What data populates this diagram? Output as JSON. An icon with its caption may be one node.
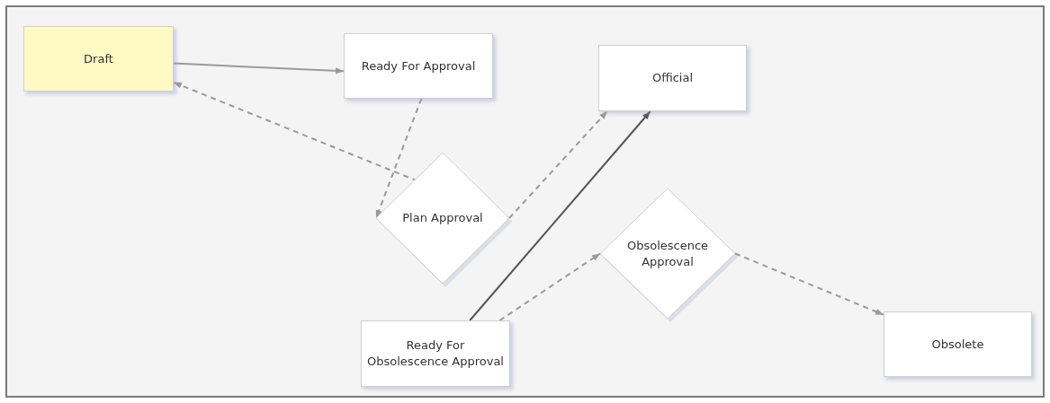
{
  "diagram": {
    "nodes": [
      {
        "text": [
          "Draft"
        ]
      },
      {
        "text": [
          "Ready For Approval"
        ]
      },
      {
        "text": [
          "Official"
        ]
      },
      {
        "text": [
          "Plan Approval"
        ]
      },
      {
        "text": [
          "Obsolescence Approval"
        ]
      },
      {
        "text": [
          "Ready For Obsolescence Approval"
        ]
      },
      {
        "text": [
          "Obsolete"
        ]
      }
    ],
    "edges": [
      {
        "from": 0,
        "to": 1,
        "arrow": "to"
      },
      {
        "from": 1,
        "to": 3,
        "arrow": "to",
        "style": "dashed"
      },
      {
        "from": 3,
        "to": 0,
        "arrow": "to",
        "style": "dashed"
      },
      {
        "from": 3,
        "to": 2,
        "arrow": "to",
        "style": "dashed"
      },
      {
        "from": 5,
        "to": 2,
        "arrow": "to",
        "color": "#555555"
      },
      {
        "from": 5,
        "to": 4,
        "arrow": "to",
        "style": "dashed"
      },
      {
        "from": 4,
        "to": 6,
        "arrow": "to",
        "style": "dashed"
      }
    ]
  }
}
